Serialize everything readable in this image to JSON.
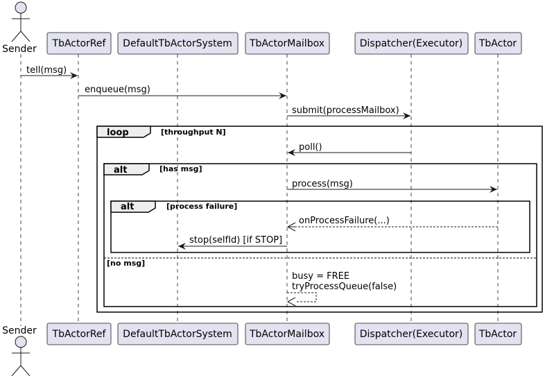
{
  "participants": {
    "sender": {
      "label": "Sender"
    },
    "actor_ref": {
      "label": "TbActorRef"
    },
    "actor_system": {
      "label": "DefaultTbActorSystem"
    },
    "mailbox": {
      "label": "TbActorMailbox"
    },
    "dispatcher": {
      "label": "Dispatcher(Executor)"
    },
    "actor": {
      "label": "TbActor"
    }
  },
  "messages": {
    "tell": "tell(msg)",
    "enqueue": "enqueue(msg)",
    "submit": "submit(processMailbox)",
    "poll": "poll()",
    "process": "process(msg)",
    "on_failure": "onProcessFailure(...)",
    "stop": "stop(selfId) [if STOP]",
    "self_line1": "busy = FREE",
    "self_line2": "tryProcessQueue(false)"
  },
  "fragments": {
    "loop": {
      "keyword": "loop",
      "guard": "[throughput N]"
    },
    "alt_msg": {
      "keyword": "alt",
      "guard": "[has msg]",
      "else_guard": "[no msg]"
    },
    "alt_failure": {
      "keyword": "alt",
      "guard": "[process failure]"
    }
  },
  "colors": {
    "participant_fill": "#E2E2F0",
    "participant_border": "#181818",
    "fragment_header_fill": "#EEEEEE",
    "lifeline": "#181818"
  }
}
